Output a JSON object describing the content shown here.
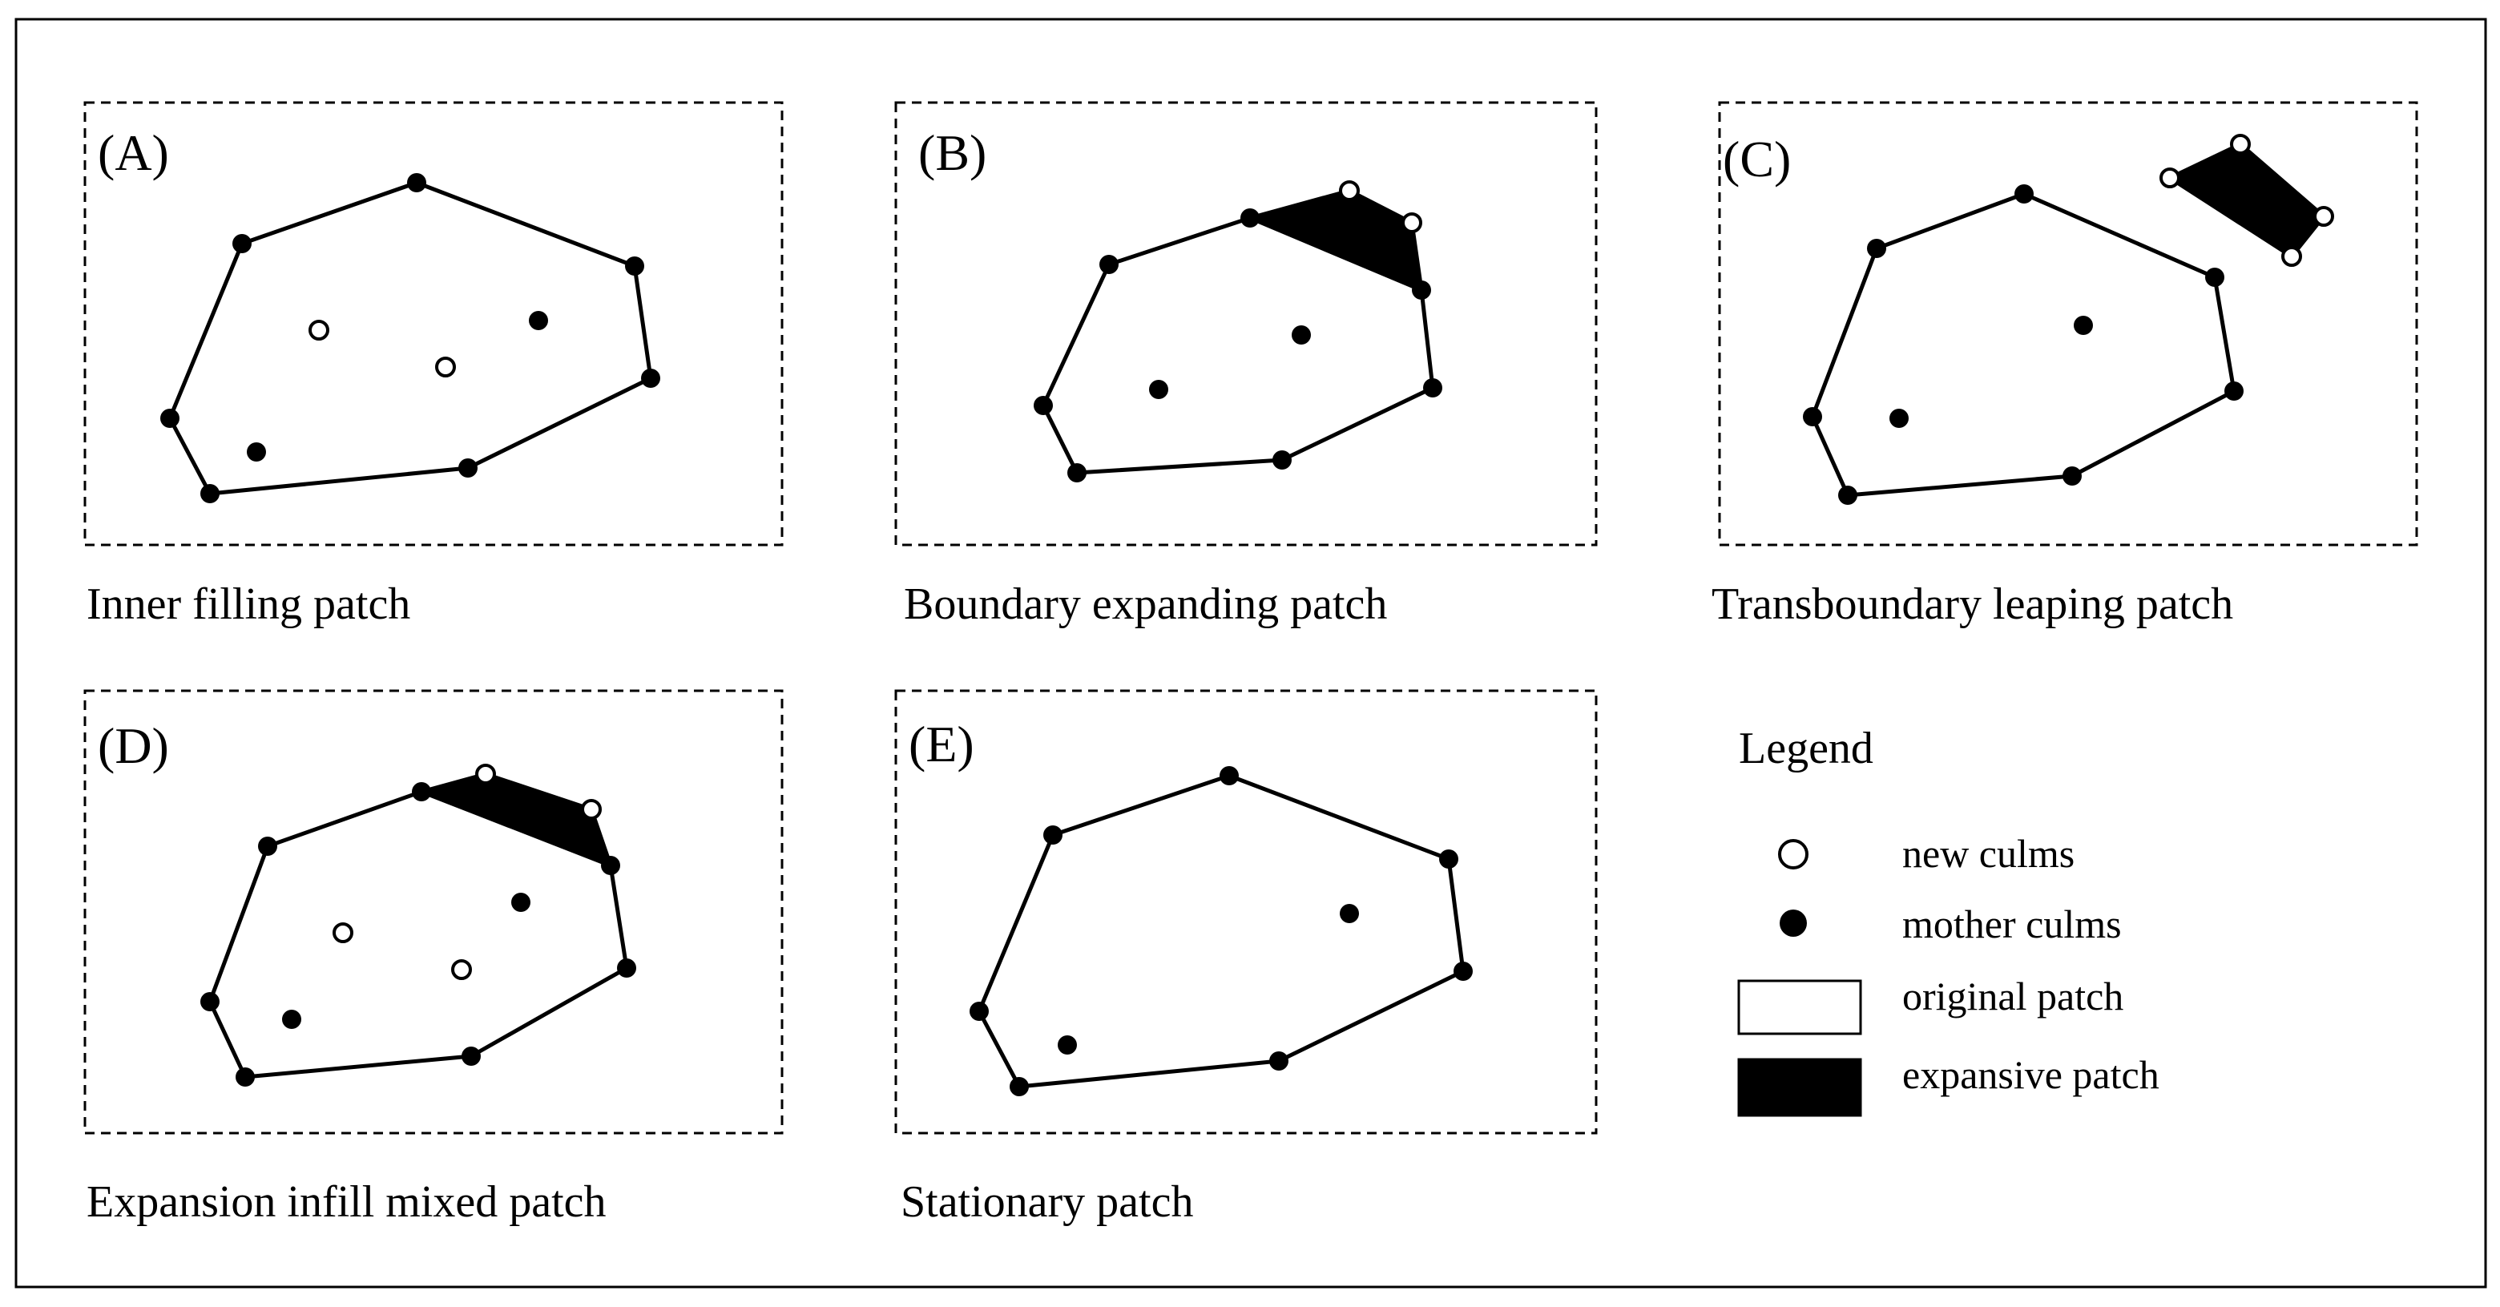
{
  "panels": [
    {
      "id": "A",
      "letter": "(A)",
      "caption": "Inner filling patch"
    },
    {
      "id": "B",
      "letter": "(B)",
      "caption": "Boundary expanding patch"
    },
    {
      "id": "C",
      "letter": "(C)",
      "caption": "Transboundary leaping patch"
    },
    {
      "id": "D",
      "letter": "(D)",
      "caption": "Expansion infill mixed patch"
    },
    {
      "id": "E",
      "letter": "(E)",
      "caption": "Stationary patch"
    }
  ],
  "legend": {
    "title": "Legend",
    "items": [
      {
        "symbol": "new-culm",
        "label": "new culms"
      },
      {
        "symbol": "mother-culm",
        "label": "mother culms"
      },
      {
        "symbol": "original-patch",
        "label": "original patch"
      },
      {
        "symbol": "expansive-patch",
        "label": "expansive patch"
      }
    ]
  },
  "colors": {
    "line": "#000000",
    "fill_expansive": "#000000",
    "fill_original": "#ffffff",
    "background": "#ffffff"
  }
}
